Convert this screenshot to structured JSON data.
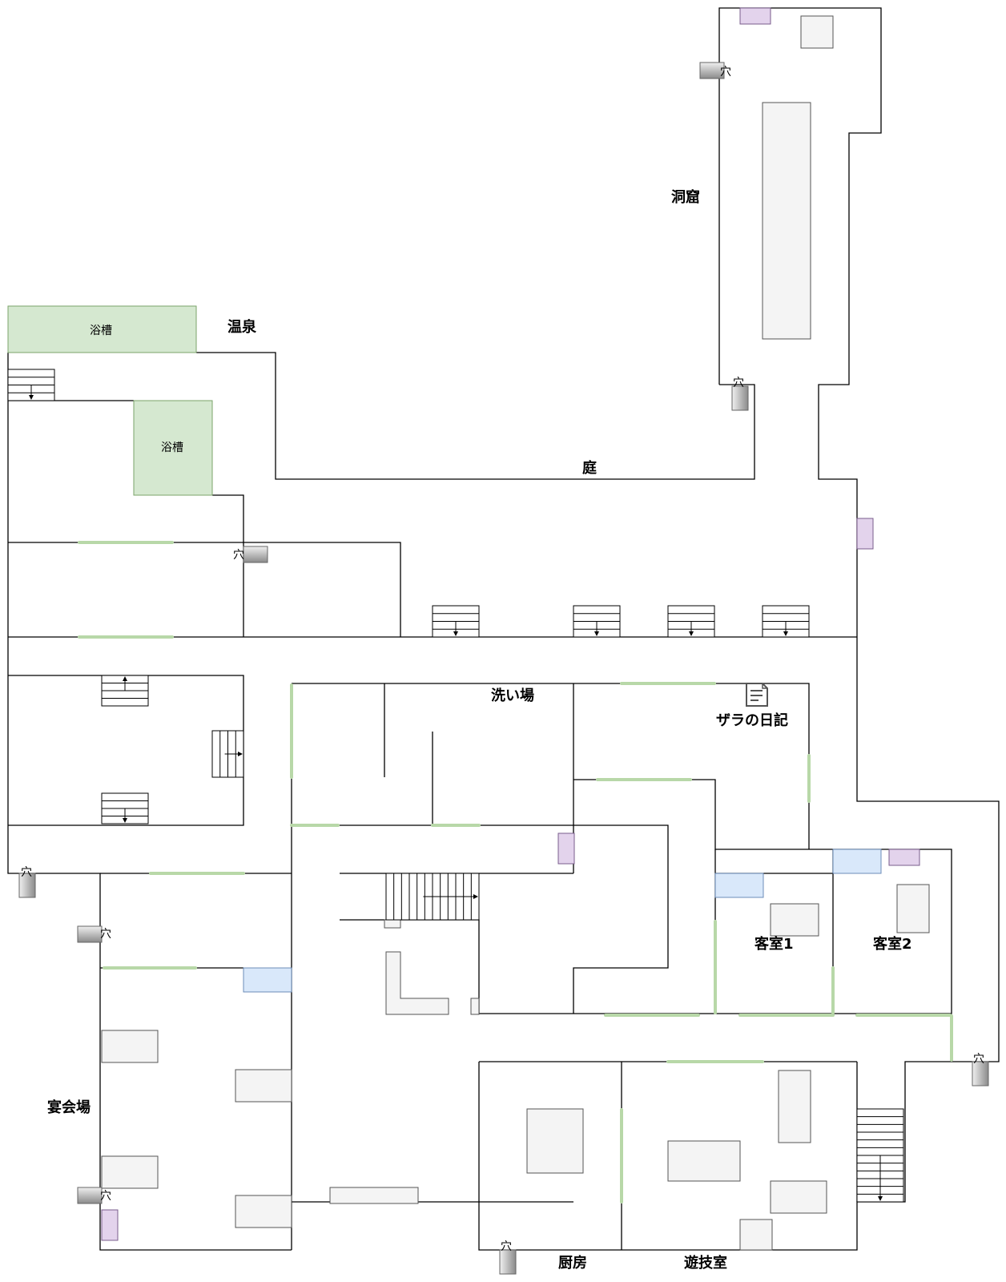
{
  "labels": {
    "onsen": "温泉",
    "bathtub_1": "浴槽",
    "bathtub_2": "浴槽",
    "cave": "洞窟",
    "garden": "庭",
    "washing_area": "洗い場",
    "zara_diary": "ザラの日記",
    "guest_room_1": "客室1",
    "guest_room_2": "客室2",
    "banquet_hall": "宴会場",
    "kitchen": "厨房",
    "game_room": "遊技室"
  },
  "holes": {
    "label": "穴",
    "items": [
      "穴",
      "穴",
      "穴",
      "穴",
      "穴",
      "穴",
      "穴",
      "穴"
    ]
  },
  "colors": {
    "wall": "#000000",
    "door": "#b8d8a8",
    "bathtub": "#d5e8d0",
    "purple_marker": "#e3d3ec",
    "blue_marker": "#d9e8fa",
    "furniture": "#f4f4f4"
  }
}
